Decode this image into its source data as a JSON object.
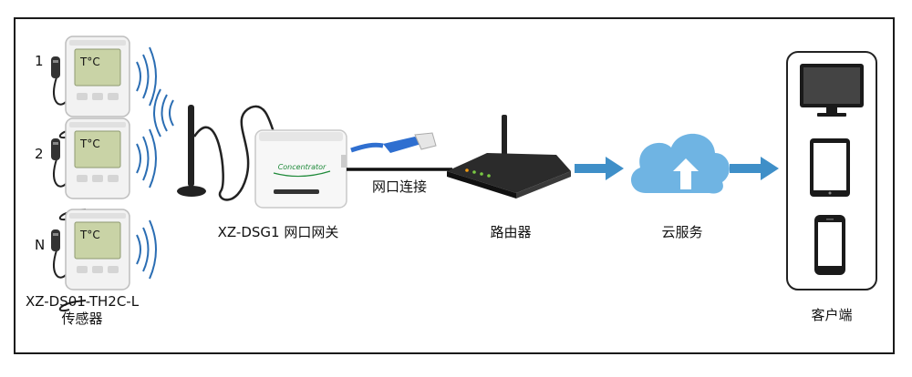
{
  "sensors": {
    "items": [
      {
        "label": "1",
        "display": "T°C"
      },
      {
        "label": "2",
        "display": "T°C"
      },
      {
        "label": "N",
        "display": "T°C"
      }
    ],
    "model_line1": "XZ-DS01-TH2C-L",
    "model_line2": "传感器"
  },
  "gateway": {
    "label": "XZ-DSG1 网口网关",
    "device_text": "Concentrator"
  },
  "connection": {
    "label": "网口连接"
  },
  "router": {
    "label": "路由器"
  },
  "cloud": {
    "label": "云服务"
  },
  "client": {
    "label": "客户端"
  },
  "colors": {
    "border": "#1a1a1a",
    "arrow": "#3f8fc8",
    "cloud": "#6fb4e3",
    "cable": "#2f6fd0",
    "screen": "#c9d3a6"
  }
}
